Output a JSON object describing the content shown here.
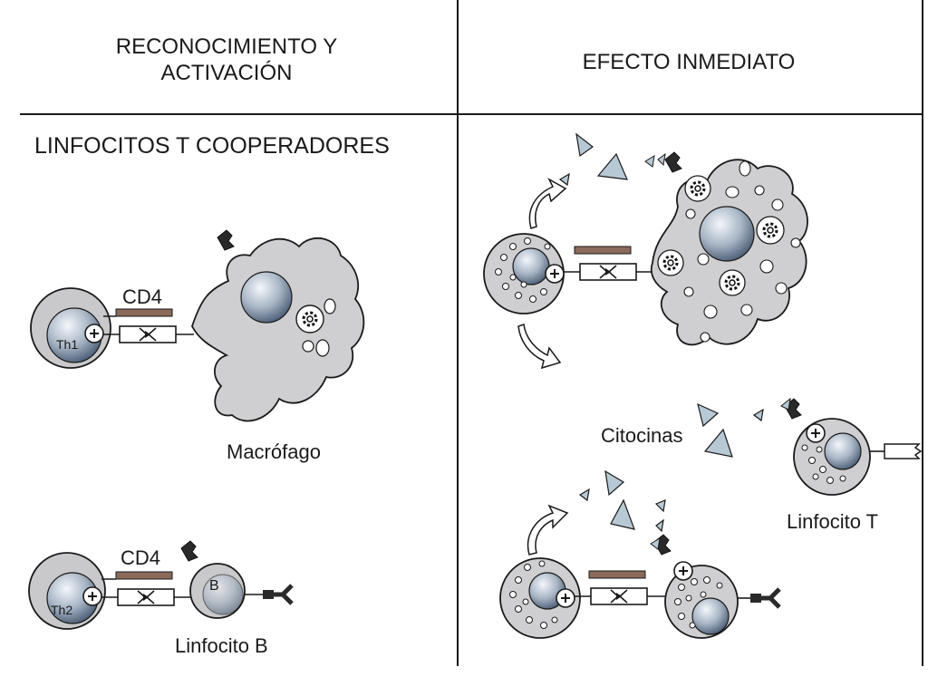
{
  "columns": {
    "left_header": "RECONOCIMIENTO Y\nACTIVACIÓN",
    "right_header": "EFECTO INMEDIATO"
  },
  "section": {
    "title": "LINFOCITOS T COOPERADORES"
  },
  "labels": {
    "cd4_top": "CD4",
    "cd4_bottom": "CD4",
    "macrophage": "Macrófago",
    "b_cell": "Linfocito B",
    "cytokines": "Citocinas",
    "t_cell": "Linfocito T",
    "th1": "Th1",
    "th2": "Th2",
    "b": "B"
  },
  "colors": {
    "line": "#1a1a1a",
    "cell_fill": "#cfcfd1",
    "cd4_fill": "#8a6a5a",
    "nucleus_dark": "#5d6f86",
    "nucleus_light": "#e8eef5",
    "triangle": "#b7c9d4"
  }
}
